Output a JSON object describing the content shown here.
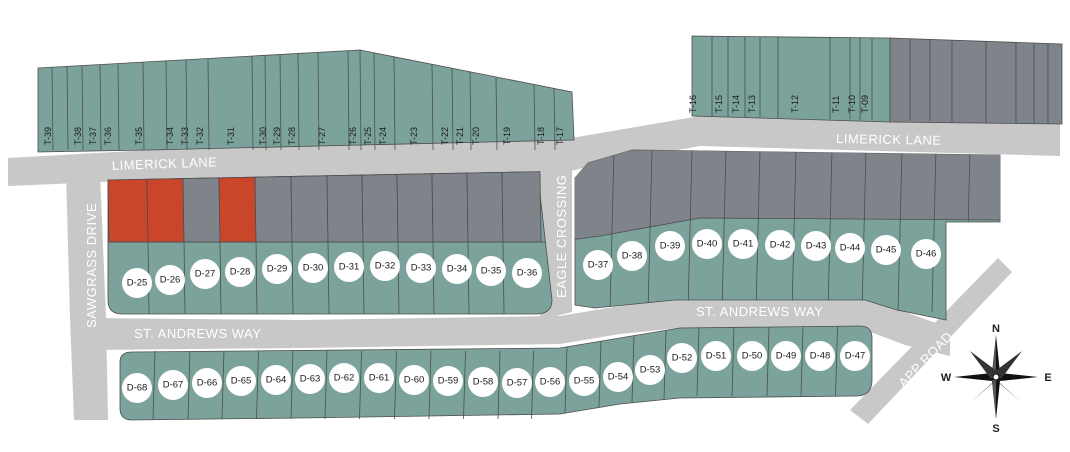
{
  "colors": {
    "available": "#7ba39c",
    "unavailable": "#7f848a",
    "sold": "#c9462a",
    "road": "#c8c8c8",
    "outline": "#4d4d4d"
  },
  "streets": {
    "limerick_west": "LIMERICK LANE",
    "limerick_east": "LIMERICK LANE",
    "sawgrass": "SAWGRASS DRIVE",
    "eagle": "EAGLE CROSSING",
    "st_andrews_west": "ST. ANDREWS WAY",
    "st_andrews_east": "ST. ANDREWS WAY",
    "app_road": "APP ROAD"
  },
  "compass": {
    "n": "N",
    "s": "S",
    "e": "E",
    "w": "W"
  },
  "townhome_labels_west": [
    "T-39",
    "T-38",
    "T-37",
    "T-36",
    "T-35",
    "T-34",
    "T-33",
    "T-32",
    "T-31",
    "T-30",
    "T-29",
    "T-28",
    "T-27",
    "T-26",
    "T-25",
    "T-24",
    "T-23",
    "T-22",
    "T-21",
    "T-20",
    "T-19",
    "T-18",
    "T-17"
  ],
  "townhome_labels_east": [
    "T-16",
    "T-15",
    "T-14",
    "T-13",
    "T-12",
    "T-11",
    "T-10",
    "T-09"
  ],
  "west_block_lots": [
    {
      "label": "D-25",
      "status": "sold"
    },
    {
      "label": "D-26",
      "status": "sold"
    },
    {
      "label": "D-27",
      "status": "unavailable"
    },
    {
      "label": "D-28",
      "status": "sold"
    },
    {
      "label": "D-29",
      "status": "unavailable"
    },
    {
      "label": "D-30",
      "status": "unavailable"
    },
    {
      "label": "D-31",
      "status": "unavailable"
    },
    {
      "label": "D-32",
      "status": "unavailable"
    },
    {
      "label": "D-33",
      "status": "unavailable"
    },
    {
      "label": "D-34",
      "status": "unavailable"
    },
    {
      "label": "D-35",
      "status": "unavailable"
    },
    {
      "label": "D-36",
      "status": "unavailable"
    }
  ],
  "east_block_lots": [
    "D-37",
    "D-38",
    "D-39",
    "D-40",
    "D-41",
    "D-42",
    "D-43",
    "D-44",
    "D-45",
    "D-46"
  ],
  "south_block_lots": [
    "D-68",
    "D-67",
    "D-66",
    "D-65",
    "D-64",
    "D-63",
    "D-62",
    "D-61",
    "D-60",
    "D-59",
    "D-58",
    "D-57",
    "D-56",
    "D-55",
    "D-54",
    "D-53",
    "D-52",
    "D-51",
    "D-50",
    "D-49",
    "D-48",
    "D-47"
  ]
}
